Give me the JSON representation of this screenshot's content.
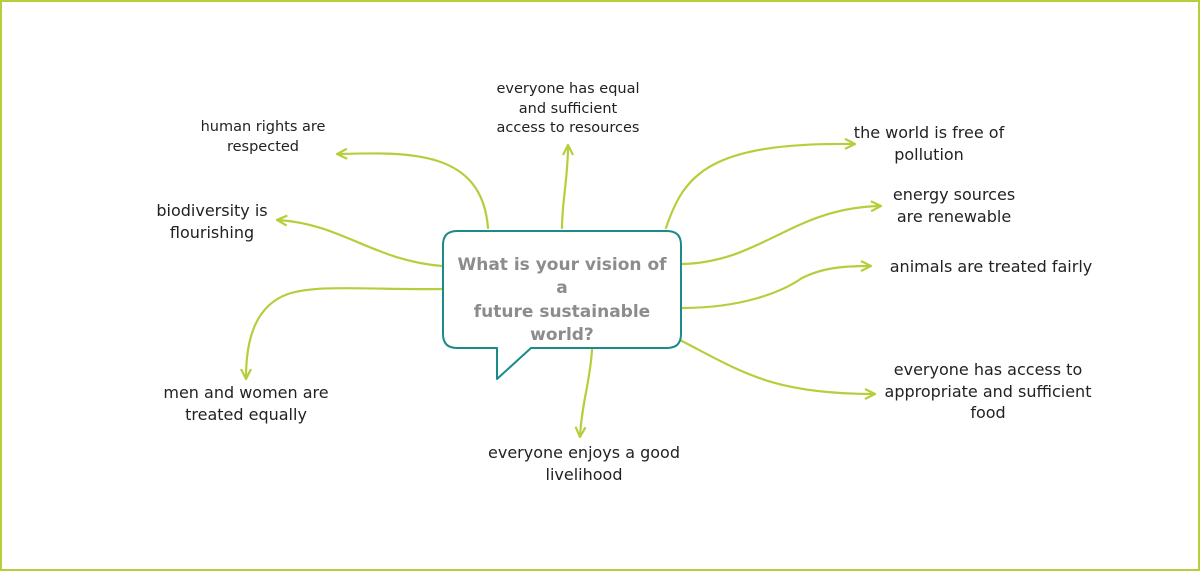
{
  "colors": {
    "frame": "#b5cf3c",
    "arrow": "#b5cf3c",
    "bubble_border": "#1a8a8a",
    "question_text": "#8c8c8c",
    "label_text": "#222222"
  },
  "center": {
    "question": "What is your vision of a\nfuture sustainable\nworld?"
  },
  "labels": {
    "equal_resources": "everyone has equal\nand sufficient\naccess to resources",
    "human_rights": "human rights are\nrespected",
    "biodiversity": "biodiversity is\nflourishing",
    "men_women": "men and women are\ntreated equally",
    "livelihood": "everyone enjoys a good\nlivelihood",
    "pollution": "the world is free of\npollution",
    "energy": "energy sources\nare renewable",
    "animals": "animals are treated fairly",
    "food": "everyone has access to\nappropriate and sufficient\nfood"
  }
}
